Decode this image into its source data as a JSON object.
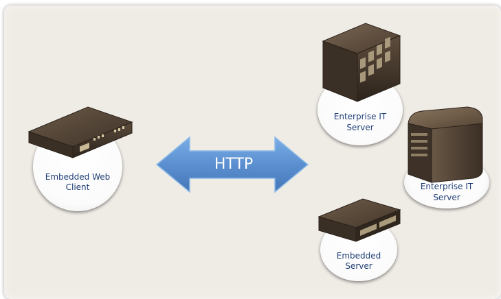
{
  "nodes": {
    "client": {
      "line1": "Embedded Web",
      "line2": "Client"
    },
    "server_it_1": {
      "line1": "Enterprise IT",
      "line2": "Server"
    },
    "server_it_2": {
      "line1": "Enterprise IT",
      "line2": "Server"
    },
    "server_embedded": {
      "line1": "Embedded",
      "line2": "Server"
    }
  },
  "connector": {
    "label": "HTTP"
  },
  "colors": {
    "background": "#efebe5",
    "arrow": "#5b8fd0",
    "label_text": "#1f3f76",
    "device": "#4a3b2e"
  },
  "icons": {
    "client": "rack-appliance-icon",
    "server_it_1": "cube-server-icon",
    "server_it_2": "cube-server-icon",
    "server_embedded": "dual-rack-server-icon"
  }
}
